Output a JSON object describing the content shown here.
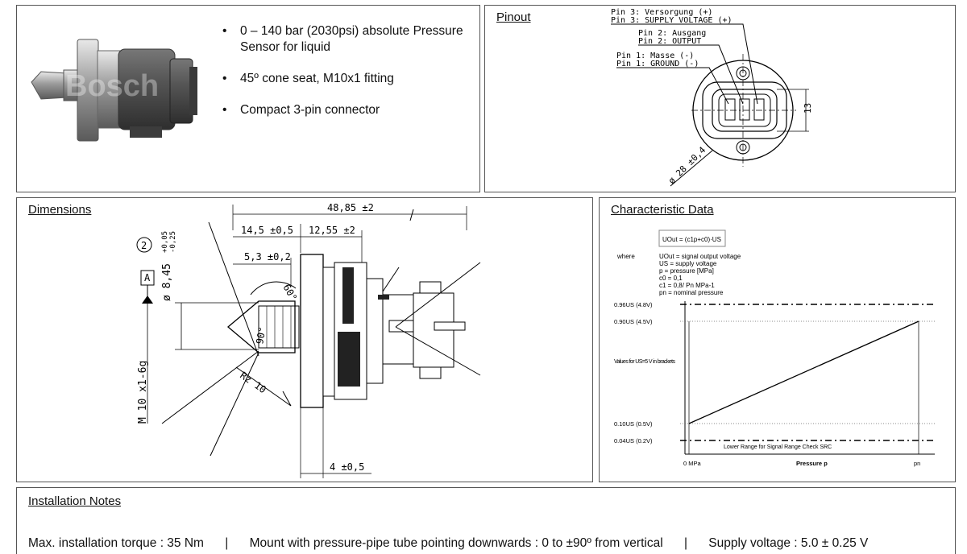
{
  "product": {
    "watermark": "Bosch",
    "bullets": [
      "0 – 140 bar (2030psi) absolute Pressure Sensor for liquid",
      "45º cone seat, M10x1 fitting",
      "Compact 3-pin connector"
    ]
  },
  "pinout": {
    "title": "Pinout",
    "labels": [
      "Pin 3: Versorgung (+)",
      "Pin 3: SUPPLY VOLTAGE (+)",
      "Pin 2: Ausgang",
      "Pin 2: OUTPUT",
      "Pin 1: Masse (-)",
      "Pin 1: GROUND (-)"
    ],
    "dim_height": "13",
    "dim_diameter": "ø 28 ±0,4"
  },
  "dimensions": {
    "title": "Dimensions",
    "overall": "48,85 ±2",
    "d1": "14,5 ±0,5",
    "d2": "12,55 ±2",
    "d3": "5,3 ±0,2",
    "d4": "4 ±0,5",
    "circle_num": "2",
    "diameter": "ø 8,45",
    "tol_upper": "+0,05",
    "tol_lower": "-0,25",
    "datum": "A",
    "angle_60": "60°",
    "angle_90": "90°",
    "rz": "Rz 10",
    "thread": "M 10 x1-6g"
  },
  "characteristic": {
    "title": "Characteristic Data",
    "formula": "UOut = (c1p+c0)·US",
    "where": "where",
    "defs": [
      "UOut = signal output voltage",
      "US = supply voltage",
      "p = pressure [MPa]",
      "c0 = 0,1",
      "c1 = 0,8/ Pn MPa-1",
      "pn = nominal pressure"
    ],
    "levels": [
      "0.96US (4.8V)",
      "0.90US (4.5V)",
      "0.10US (0.5V)",
      "0.04US (0.2V)"
    ],
    "values_note": "Values for US=5 V in brackets",
    "lower_range": "Lower Range for Signal Range Check SRC",
    "x_start": "0 MPa",
    "x_label": "Pressure p",
    "x_end": "pn"
  },
  "chart_data": {
    "type": "line",
    "xlabel": "Pressure p",
    "ylabel": "",
    "x": [
      "0 MPa",
      "pn"
    ],
    "series": [
      {
        "values": [
          0.1,
          0.9
        ]
      }
    ],
    "reference_lines": [
      0.96,
      0.9,
      0.1,
      0.04
    ]
  },
  "installation": {
    "title": "Installation Notes",
    "torque": "Max. installation torque : 35 Nm",
    "sep": "|",
    "mount": "Mount with pressure-pipe tube pointing downwards : 0 to ±90º from vertical",
    "supply": "Supply voltage : 5.0 ±  0.25 V"
  }
}
